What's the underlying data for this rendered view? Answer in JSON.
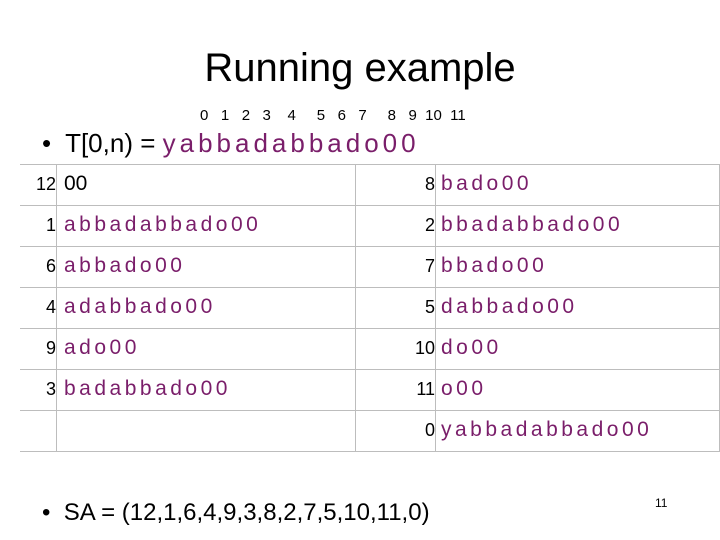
{
  "slide": {
    "title": "Running example",
    "indices": "0   1   2   3    4     5   6   7     8   9  10  11",
    "t_label": "•  T[0,n) = ",
    "t_string": "yabbadabbado00",
    "sa_line": "•  SA = (12,1,6,4,9,3,8,2,7,5,10,11,0)",
    "page_number": "11"
  },
  "left_rows": [
    {
      "index": "12",
      "suffix": "00"
    },
    {
      "index": "1",
      "suffix": "abbadabbado00"
    },
    {
      "index": "6",
      "suffix": "abbado00"
    },
    {
      "index": "4",
      "suffix": "adabbado00"
    },
    {
      "index": "9",
      "suffix": "ado00"
    },
    {
      "index": "3",
      "suffix": "badabbado00"
    },
    {
      "index": "",
      "suffix": ""
    }
  ],
  "right_rows": [
    {
      "index": "8",
      "suffix": "bado00"
    },
    {
      "index": "2",
      "suffix": "bbadabbado00"
    },
    {
      "index": "7",
      "suffix": "bbado00"
    },
    {
      "index": "5",
      "suffix": "dabbado00"
    },
    {
      "index": "10",
      "suffix": "do00"
    },
    {
      "index": "11",
      "suffix": "o00"
    },
    {
      "index": "0",
      "suffix": "yabbadabbado00"
    }
  ]
}
